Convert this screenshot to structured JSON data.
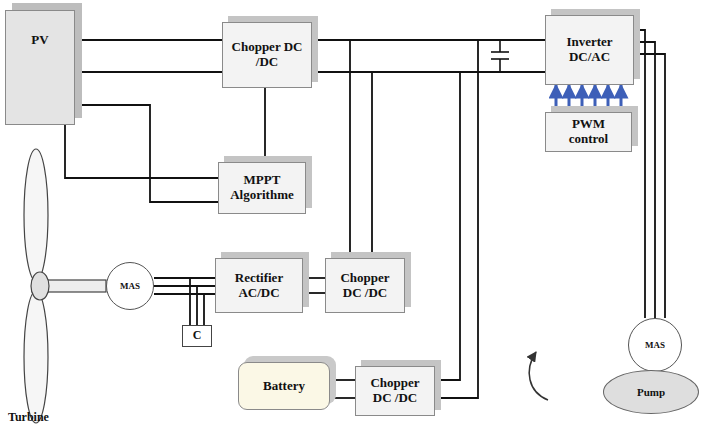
{
  "diagram": {
    "nodes": [
      {
        "text": [
          "PV"
        ]
      },
      {
        "text": [
          "Chopper DC /DC"
        ]
      },
      {
        "text": [
          "MPPT Algorithme"
        ]
      },
      {
        "text": [
          "Inverter DC/AC"
        ]
      },
      {
        "text": [
          "PWM control"
        ]
      },
      {
        "text": [
          "MAS"
        ]
      },
      {
        "text": [
          "Rectifier AC/DC"
        ]
      },
      {
        "text": [
          "Chopper DC /DC"
        ]
      },
      {
        "text": [
          "C"
        ]
      },
      {
        "text": [
          "Battery"
        ]
      },
      {
        "text": [
          "Chopper DC /DC"
        ]
      },
      {
        "text": [
          "MAS"
        ]
      },
      {
        "text": [
          "Pump"
        ]
      }
    ],
    "edges": [
      {
        "from": 0,
        "to": 1,
        "arrow": "none"
      },
      {
        "from": 1,
        "to": 3,
        "arrow": "none"
      },
      {
        "from": 0,
        "to": 2,
        "arrow": "none"
      },
      {
        "from": 1,
        "to": 2,
        "arrow": "none"
      },
      {
        "from": 4,
        "to": 3,
        "arrow": "to"
      },
      {
        "from": 5,
        "to": 6,
        "arrow": "none"
      },
      {
        "from": 5,
        "to": 8,
        "arrow": "none"
      },
      {
        "from": 6,
        "to": 7,
        "arrow": "none"
      },
      {
        "from": 7,
        "to": 3,
        "arrow": "none"
      },
      {
        "from": 9,
        "to": 10,
        "arrow": "none"
      },
      {
        "from": 10,
        "to": 3,
        "arrow": "none"
      },
      {
        "from": 3,
        "to": 11,
        "arrow": "none"
      }
    ],
    "labels": [
      "Turbine"
    ]
  }
}
